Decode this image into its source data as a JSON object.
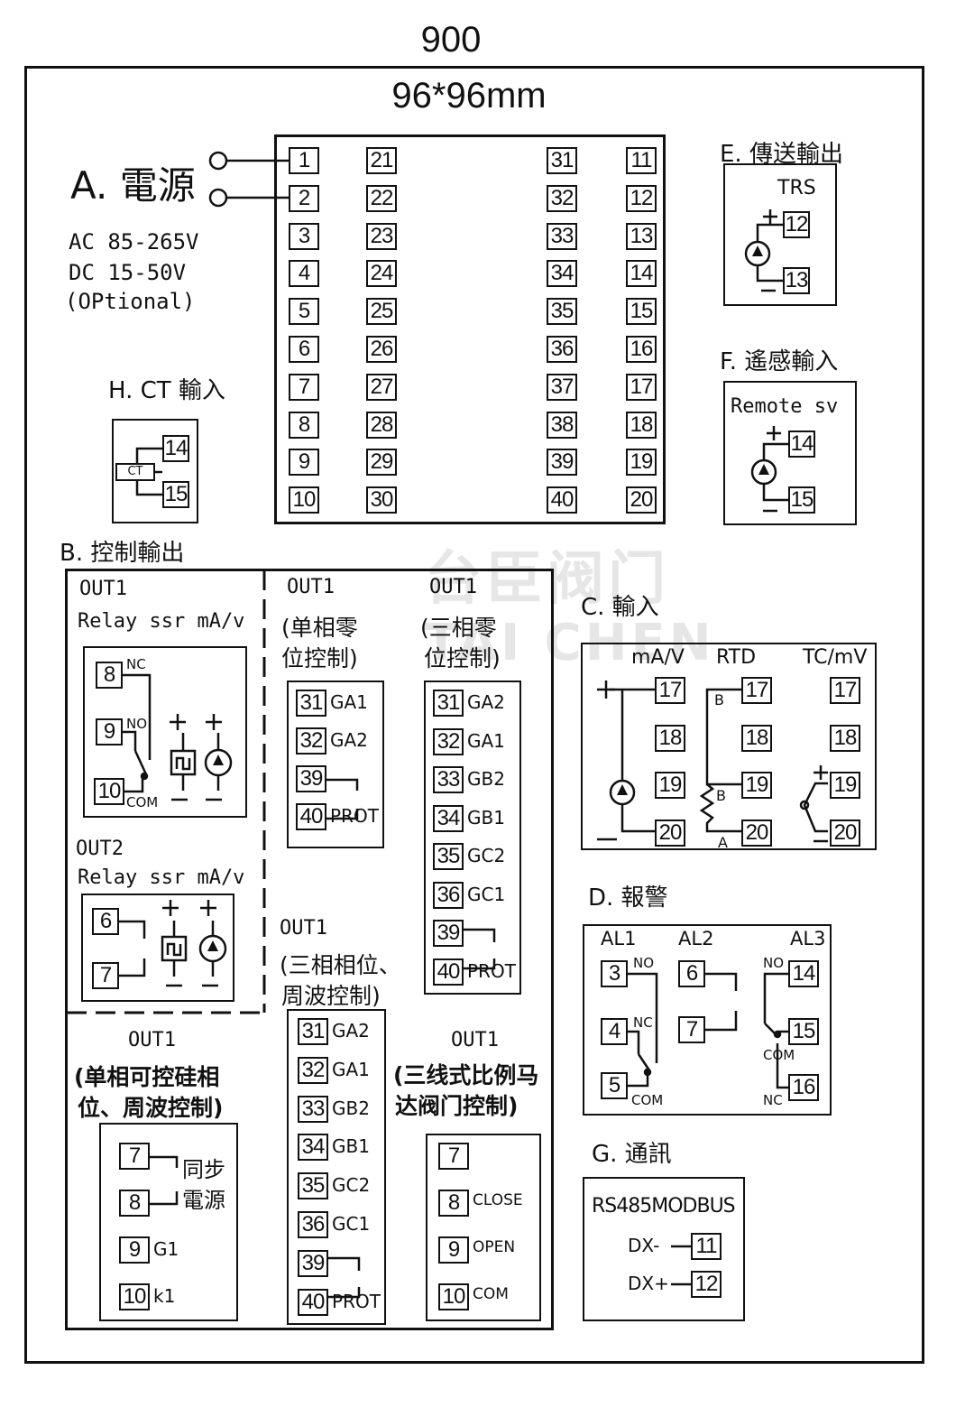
{
  "header": {
    "model": "900",
    "size": "96*96mm"
  },
  "watermark": {
    "cn": "台臣阀门",
    "en": "TAI CHEN"
  },
  "power": {
    "title": "A. 電源",
    "ac": "AC 85-265V",
    "dc": "DC 15-50V",
    "optional": "(OPtional)"
  },
  "ct_input": {
    "title": "H. CT 輸入",
    "ct": "CT",
    "terminals": [
      "14",
      "15"
    ]
  },
  "main_terminals": {
    "col1": [
      "1",
      "2",
      "3",
      "4",
      "5",
      "6",
      "7",
      "8",
      "9",
      "10"
    ],
    "col2": [
      "21",
      "22",
      "23",
      "24",
      "25",
      "26",
      "27",
      "28",
      "29",
      "30"
    ],
    "col3": [
      "31",
      "32",
      "33",
      "34",
      "35",
      "36",
      "37",
      "38",
      "39",
      "40"
    ],
    "col4": [
      "11",
      "12",
      "13",
      "14",
      "15",
      "16",
      "17",
      "18",
      "19",
      "20"
    ]
  },
  "transmit_output": {
    "title": "E. 傳送輸出",
    "trs": "TRS",
    "terminals": [
      "12",
      "13"
    ]
  },
  "remote_input": {
    "title": "F. 遙感輸入",
    "label": "Remote sv",
    "terminals": [
      "14",
      "15"
    ]
  },
  "control_output": {
    "title": "B. 控制輸出",
    "out1_relay": {
      "label": "OUT1",
      "desc": "Relay ssr mA/v",
      "terminals": [
        "8",
        "9",
        "10"
      ],
      "nc": "NC",
      "no": "NO",
      "com": "COM"
    },
    "out2_relay": {
      "label": "OUT2",
      "desc": "Relay ssr mA/v",
      "terminals": [
        "6",
        "7"
      ]
    },
    "out1_single_zero": {
      "label": "OUT1",
      "desc1": "(单相零",
      "desc2": "位控制)",
      "rows": [
        [
          "31",
          "GA1"
        ],
        [
          "32",
          "GA2"
        ],
        [
          "39",
          ""
        ],
        [
          "40",
          "PROT"
        ]
      ]
    },
    "out1_three_zero": {
      "label": "OUT1",
      "desc1": "(三相零",
      "desc2": "位控制)",
      "rows": [
        [
          "31",
          "GA2"
        ],
        [
          "32",
          "GA1"
        ],
        [
          "33",
          "GB2"
        ],
        [
          "34",
          "GB1"
        ],
        [
          "35",
          "GC2"
        ],
        [
          "36",
          "GC1"
        ],
        [
          "39",
          ""
        ],
        [
          "40",
          "PROT"
        ]
      ]
    },
    "out1_three_phase": {
      "label": "OUT1",
      "desc1": "(三相相位、",
      "desc2": "周波控制)",
      "rows": [
        [
          "31",
          "GA2"
        ],
        [
          "32",
          "GA1"
        ],
        [
          "33",
          "GB2"
        ],
        [
          "34",
          "GB1"
        ],
        [
          "35",
          "GC2"
        ],
        [
          "36",
          "GC1"
        ],
        [
          "39",
          ""
        ],
        [
          "40",
          "PROT"
        ]
      ]
    },
    "out1_scr": {
      "label": "OUT1",
      "desc1": "(单相可控硅相",
      "desc2": "位、周波控制)",
      "sync1": "同步",
      "sync2": "電源",
      "rows": [
        [
          "7",
          ""
        ],
        [
          "8",
          ""
        ],
        [
          "9",
          "G1"
        ],
        [
          "10",
          "k1"
        ]
      ]
    },
    "out1_valve": {
      "label": "OUT1",
      "desc1": "(三线式比例马",
      "desc2": "达阀门控制)",
      "rows": [
        [
          "7",
          ""
        ],
        [
          "8",
          "CLOSE"
        ],
        [
          "9",
          "OPEN"
        ],
        [
          "10",
          "COM"
        ]
      ]
    }
  },
  "input": {
    "title": "C. 輸入",
    "headers": [
      "mA/V",
      "RTD",
      "TC/mV"
    ],
    "terminals": [
      "17",
      "18",
      "19",
      "20"
    ],
    "rtd_b1": "B",
    "rtd_b2": "B",
    "rtd_a": "A"
  },
  "alarm": {
    "title": "D. 報警",
    "al1": {
      "label": "AL1",
      "terminals": [
        "3",
        "4",
        "5"
      ],
      "no": "NO",
      "nc": "NC",
      "com": "COM"
    },
    "al2": {
      "label": "AL2",
      "terminals": [
        "6",
        "7"
      ]
    },
    "al3": {
      "label": "AL3",
      "terminals": [
        "14",
        "15",
        "16"
      ],
      "no": "NO",
      "com": "COM",
      "nc": "NC"
    }
  },
  "comm": {
    "title": "G. 通訊",
    "protocol": "RS485MODBUS",
    "rows": [
      [
        "DX-",
        "11"
      ],
      [
        "DX+",
        "12"
      ]
    ]
  }
}
